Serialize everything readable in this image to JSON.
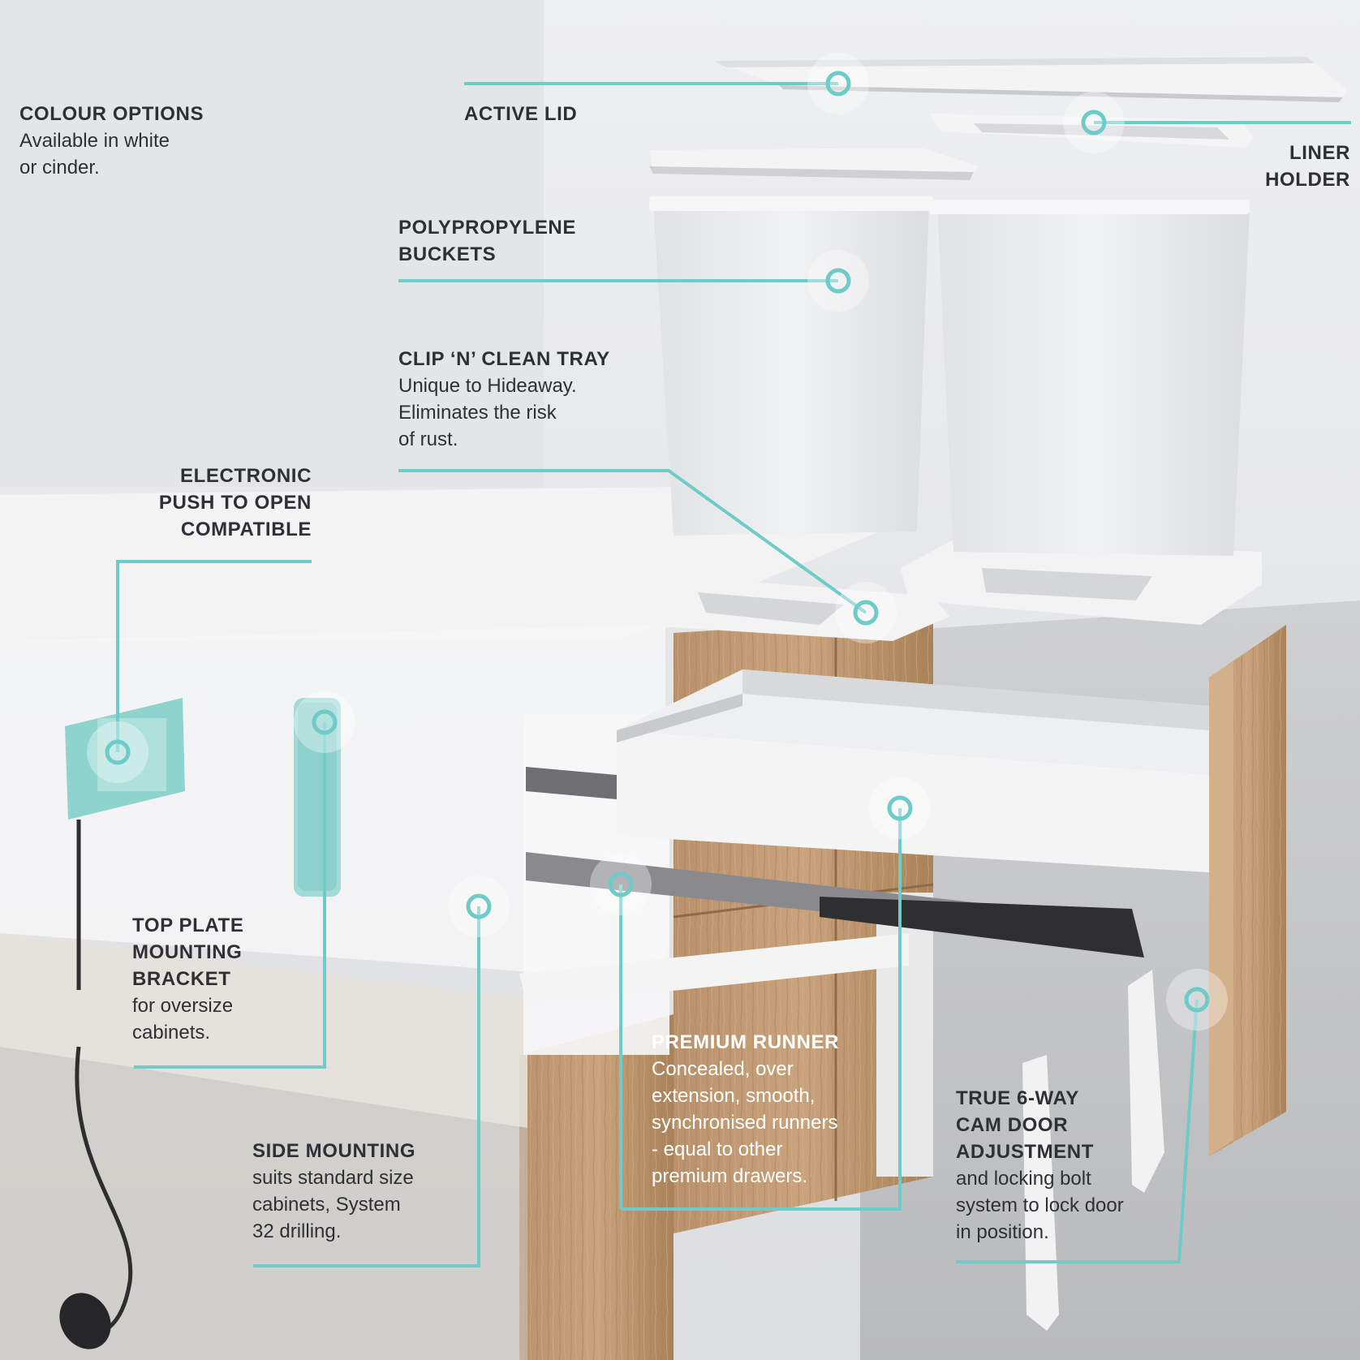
{
  "accent_color": "#6ecbc8",
  "callouts": {
    "colour_options": {
      "title": "COLOUR OPTIONS",
      "desc": "Available in white\nor cinder."
    },
    "active_lid": {
      "title": "ACTIVE LID"
    },
    "liner_holder": {
      "title": "LINER\nHOLDER"
    },
    "buckets": {
      "title": "POLYPROPYLENE\nBUCKETS"
    },
    "clip_tray": {
      "title": "CLIP  ‘N’ CLEAN TRAY",
      "desc": "Unique to Hideaway.\nEliminates the risk\nof rust."
    },
    "push_open": {
      "title": "ELECTRONIC\nPUSH TO OPEN\nCOMPATIBLE"
    },
    "top_plate": {
      "title": "TOP PLATE\nMOUNTING\nBRACKET",
      "desc": "for oversize\ncabinets."
    },
    "side_mounting": {
      "title": "SIDE MOUNTING",
      "desc": "suits standard size\ncabinets, System\n32 drilling."
    },
    "premium_runner": {
      "title": "PREMIUM RUNNER",
      "desc": "Concealed, over\nextension, smooth,\nsynchronised runners\n- equal to other\npremium drawers."
    },
    "cam_door": {
      "title": "TRUE 6-WAY\nCAM DOOR\nADJUSTMENT",
      "desc": "and locking bolt\nsystem to lock door\nin position."
    }
  }
}
